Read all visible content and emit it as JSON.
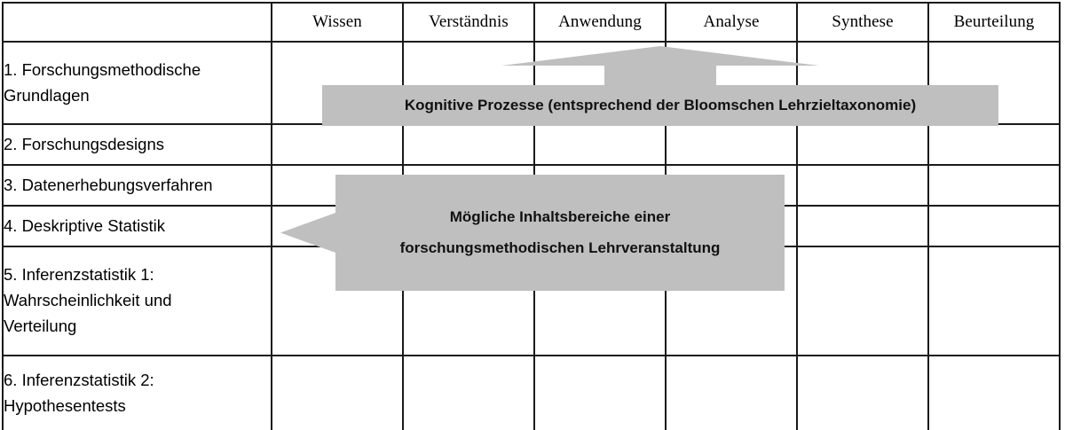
{
  "figure": {
    "type": "matrix-table",
    "accent_gray": "#BFBFBF",
    "line_color": "#1A1A1A"
  },
  "table": {
    "corner_label": "",
    "column_headers": [
      "Wissen",
      "Verständnis",
      "Anwendung",
      "Analyse",
      "Synthese",
      "Beurteilung"
    ],
    "rows": [
      {
        "lines": [
          "1. Forschungsmethodische",
          "Grundlagen"
        ]
      },
      {
        "lines": [
          "2. Forschungsdesigns"
        ]
      },
      {
        "lines": [
          "3. Datenerhebungsverfahren"
        ]
      },
      {
        "lines": [
          "4. Deskriptive Statistik"
        ]
      },
      {
        "lines": [
          "5. Inferenzstatistik 1:",
          "Wahrscheinlichkeit und",
          "Verteilung"
        ]
      },
      {
        "lines": [
          "6. Inferenzstatistik 2:",
          "Hypothesentests"
        ]
      }
    ]
  },
  "annotations": {
    "up_arrow_banner": {
      "lines": [
        "Kognitive Prozesse (entsprechend der Bloomschen Lehrzieltaxonomie)"
      ],
      "direction": "up"
    },
    "left_arrow_banner": {
      "lines": [
        "Mögliche Inhaltsbereiche einer",
        "forschungsmethodischen Lehrveranstaltung"
      ],
      "direction": "left"
    }
  }
}
